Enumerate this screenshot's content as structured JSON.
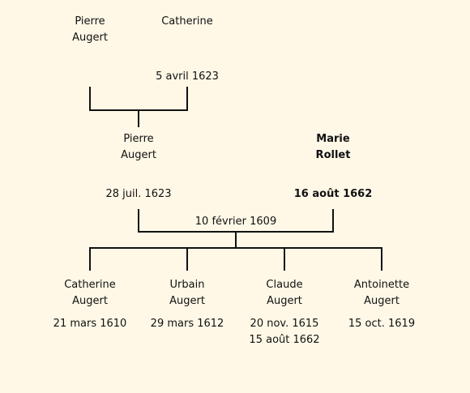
{
  "grandparents": {
    "father": {
      "first": "Pierre",
      "last": "Augert"
    },
    "mother": {
      "first": "Catherine"
    },
    "marriage_date": "5 avril 1623"
  },
  "parents": {
    "husband": {
      "first": "Pierre",
      "last": "Augert",
      "death": "28 juil. 1623"
    },
    "wife": {
      "first": "Marie",
      "last": "Rollet",
      "death": "16 août 1662"
    },
    "marriage_date": "10 février 1609"
  },
  "children": [
    {
      "first": "Catherine",
      "last": "Augert",
      "date1": "21 mars 1610",
      "date2": ""
    },
    {
      "first": "Urbain",
      "last": "Augert",
      "date1": "29 mars 1612",
      "date2": ""
    },
    {
      "first": "Claude",
      "last": "Augert",
      "date1": "20 nov. 1615",
      "date2": "15 août 1662"
    },
    {
      "first": "Antoinette",
      "last": "Augert",
      "date1": "15 oct. 1619",
      "date2": ""
    }
  ],
  "colors": {
    "background": "#fff8e7",
    "line": "#111111"
  }
}
